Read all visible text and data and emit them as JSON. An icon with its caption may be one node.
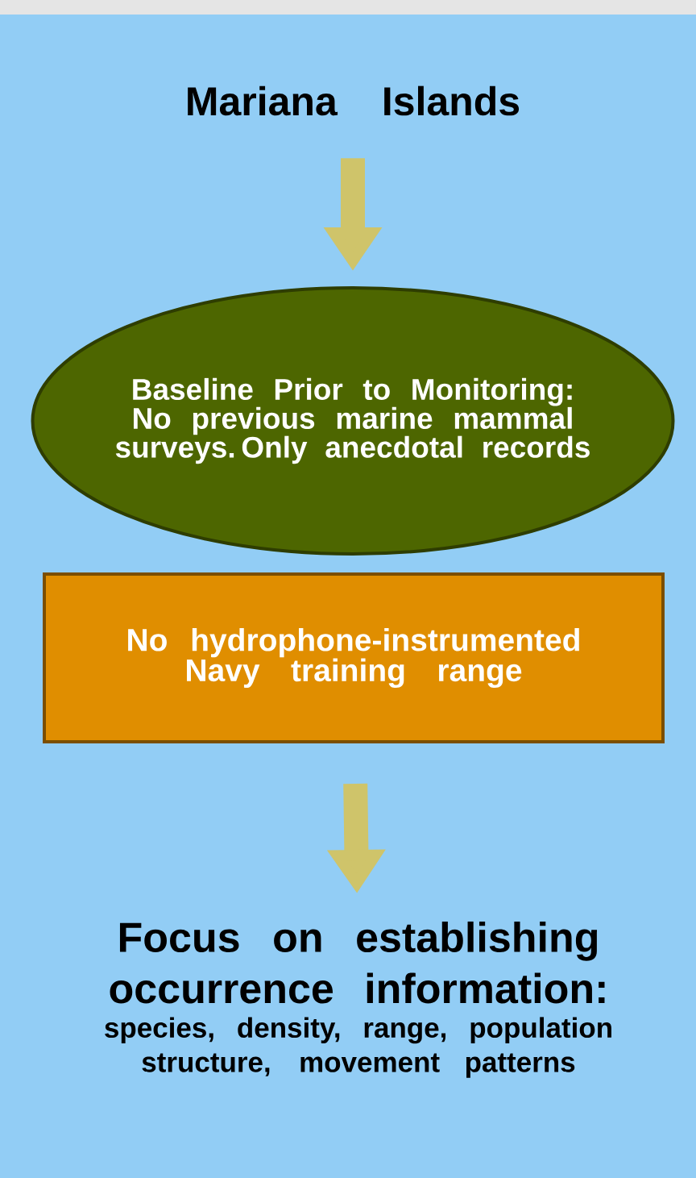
{
  "diagram": {
    "nodes": [
      {
        "text": [
          "Mariana Islands"
        ]
      },
      {
        "text": [
          "Baseline Prior to Monitoring:",
          "No previous marine mammal surveys. Only anecdotal records"
        ]
      },
      {
        "text": [
          "No hydrophone-instrumented Navy training range"
        ]
      },
      {
        "text": [
          "Focus on establishing occurrence information:",
          "species, density, range, population structure, movement patterns"
        ]
      }
    ],
    "edges": [
      {
        "from": 0,
        "to": 1,
        "arrow": "to"
      },
      {
        "from": 2,
        "to": 3,
        "arrow": "to"
      }
    ]
  }
}
